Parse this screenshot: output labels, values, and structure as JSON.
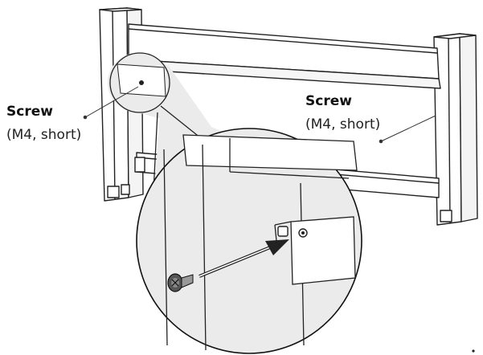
{
  "callouts": {
    "left": {
      "title": "Screw",
      "spec": "(M4, short)"
    },
    "right": {
      "title": "Screw",
      "spec": "(M4, short)"
    }
  },
  "colors": {
    "line": "#222222",
    "panel_fill": "#ffffff",
    "zoom_circle_fill": "#ebebeb",
    "zoom_circle_stroke": "#111111"
  },
  "icons": {
    "screw": "screw-icon",
    "arrow": "insertion-arrow-icon"
  }
}
